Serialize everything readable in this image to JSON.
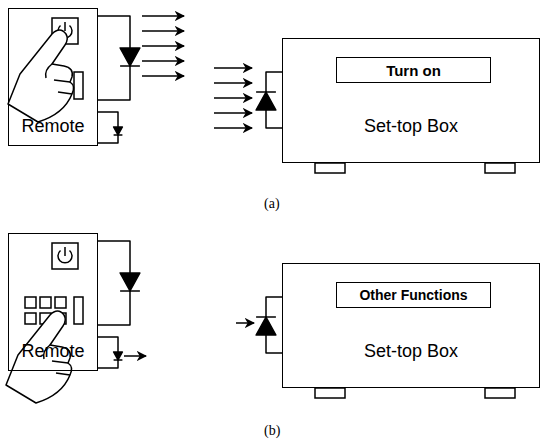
{
  "diagram": {
    "nodes": [
      {
        "text": [
          "Remote"
        ]
      },
      {
        "text": [
          "Set-top Box"
        ]
      },
      {
        "text": [
          "Turn on"
        ],
        "in": 1
      },
      {
        "text": [
          "Remote"
        ]
      },
      {
        "text": [
          "Set-top Box"
        ]
      },
      {
        "text": [
          "Other Functions"
        ],
        "in": 4
      }
    ],
    "labels": [
      "(a)",
      "(b)"
    ]
  }
}
